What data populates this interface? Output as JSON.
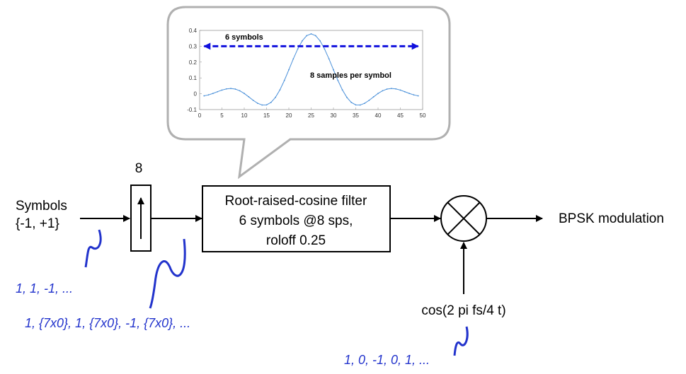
{
  "diagram": {
    "input_label_line1": "Symbols",
    "input_label_line2": "{-1, +1}",
    "upsample_factor": "8",
    "filter_line1": "Root-raised-cosine filter",
    "filter_line2": "6 symbols @8 sps,",
    "filter_line3": "roloff 0.25",
    "output_label": "BPSK modulation",
    "carrier_label": "cos(2 pi fs/4 t)",
    "seq_input": "1, 1, -1, ...",
    "seq_upsampled": "1, {7x0}, 1, {7x0}, -1, {7x0}, ...",
    "seq_carrier": "1, 0, -1, 0, 1, ...",
    "colors": {
      "line": "#000000",
      "annotation": "#2233cc",
      "plot_line": "#4a90d9",
      "span_arrow": "#1010dd",
      "callout": "#b0b0b0"
    }
  },
  "chart_data": {
    "type": "line",
    "annotation_span": "6 symbols",
    "annotation_rate": "8 samples per symbol",
    "xlim": [
      0,
      50
    ],
    "ylim": [
      -0.1,
      0.4
    ],
    "xticks": [
      0,
      5,
      10,
      15,
      20,
      25,
      30,
      35,
      40,
      45,
      50
    ],
    "yticks": [
      -0.1,
      0,
      0.1,
      0.2,
      0.3,
      0.4
    ],
    "ytick_labels": [
      "-0.1",
      "0",
      "0.1",
      "0.2",
      "0.3",
      "0.4"
    ],
    "span_x": [
      1,
      49
    ],
    "span_y": 0.3,
    "grid": false,
    "rolloff": 0.25,
    "sps": 8,
    "span_symbols": 6
  }
}
